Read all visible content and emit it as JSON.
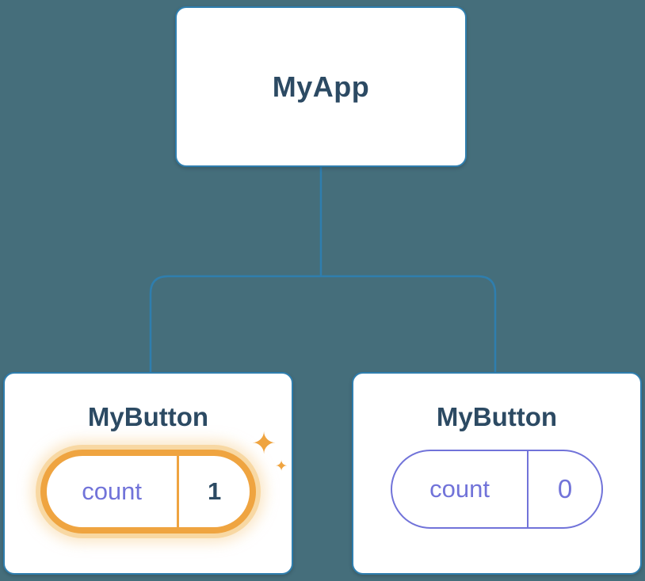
{
  "theme": {
    "background": "#456e7b",
    "line_blue": "#2f7eae",
    "title_navy": "#2c4a63",
    "purple": "#7173d9",
    "orange": "#efa440",
    "orange_glow": "#f7d69e",
    "card_bg": "#ffffff"
  },
  "icons": {
    "sparkle_glyph": "✦"
  },
  "tree": {
    "root": {
      "label": "MyApp"
    },
    "children": [
      {
        "label": "MyButton",
        "state": {
          "name": "count",
          "value": "1"
        },
        "highlighted": true
      },
      {
        "label": "MyButton",
        "state": {
          "name": "count",
          "value": "0"
        },
        "highlighted": false
      }
    ]
  }
}
